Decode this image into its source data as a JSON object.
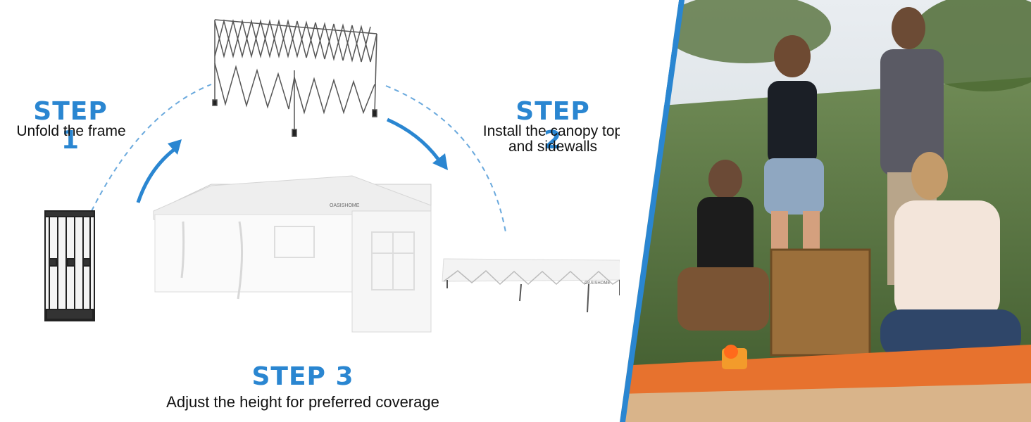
{
  "steps": [
    {
      "title": "STEP 1",
      "description": "Unfold the frame"
    },
    {
      "title": "STEP 2",
      "description_line1": "Install the canopy top",
      "description_line2": "and sidewalls"
    },
    {
      "title": "STEP 3",
      "description": "Adjust the height for preferred coverage"
    }
  ],
  "brand_label": "OASISHOME",
  "colors": {
    "accent": "#2a86d1",
    "text": "#111111",
    "divider": "#2a86d1"
  },
  "icons": [
    "folded-frame-icon",
    "expanded-frame-icon",
    "canopy-tent-icon",
    "lowered-canopy-icon",
    "arrow-icon"
  ]
}
